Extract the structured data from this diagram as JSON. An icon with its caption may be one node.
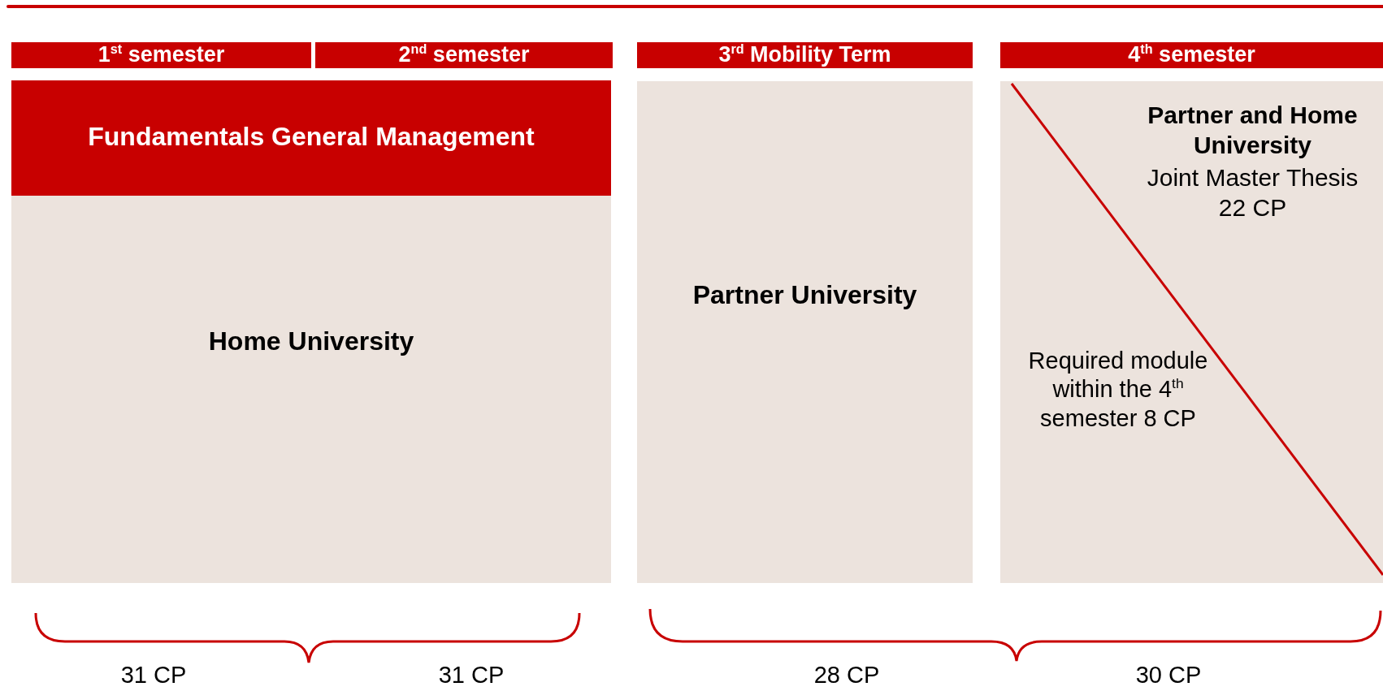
{
  "diagram": {
    "nodes": [
      {
        "text": [
          "1$^{st}$ semester"
        ]
      },
      {
        "text": [
          "2$^{nd}$ semester"
        ]
      },
      {
        "text": [
          "3$^{rd}$ Mobility Term"
        ]
      },
      {
        "text": [
          "4$^{th}$ semester"
        ]
      },
      {
        "text": [
          "Home University"
        ]
      },
      {
        "text": [
          "Fundamentals General Management"
        ],
        "in": 4
      },
      {
        "text": [
          "Partner University"
        ]
      },
      {
        "text": [
          "Partner and Home University",
          "Joint Master Thesis 22 CP",
          "Required module within the 4$^{th}$ semester 8 CP"
        ]
      }
    ],
    "labels": [
      "31 CP",
      "31 CP",
      "28 CP",
      "30 CP"
    ]
  }
}
